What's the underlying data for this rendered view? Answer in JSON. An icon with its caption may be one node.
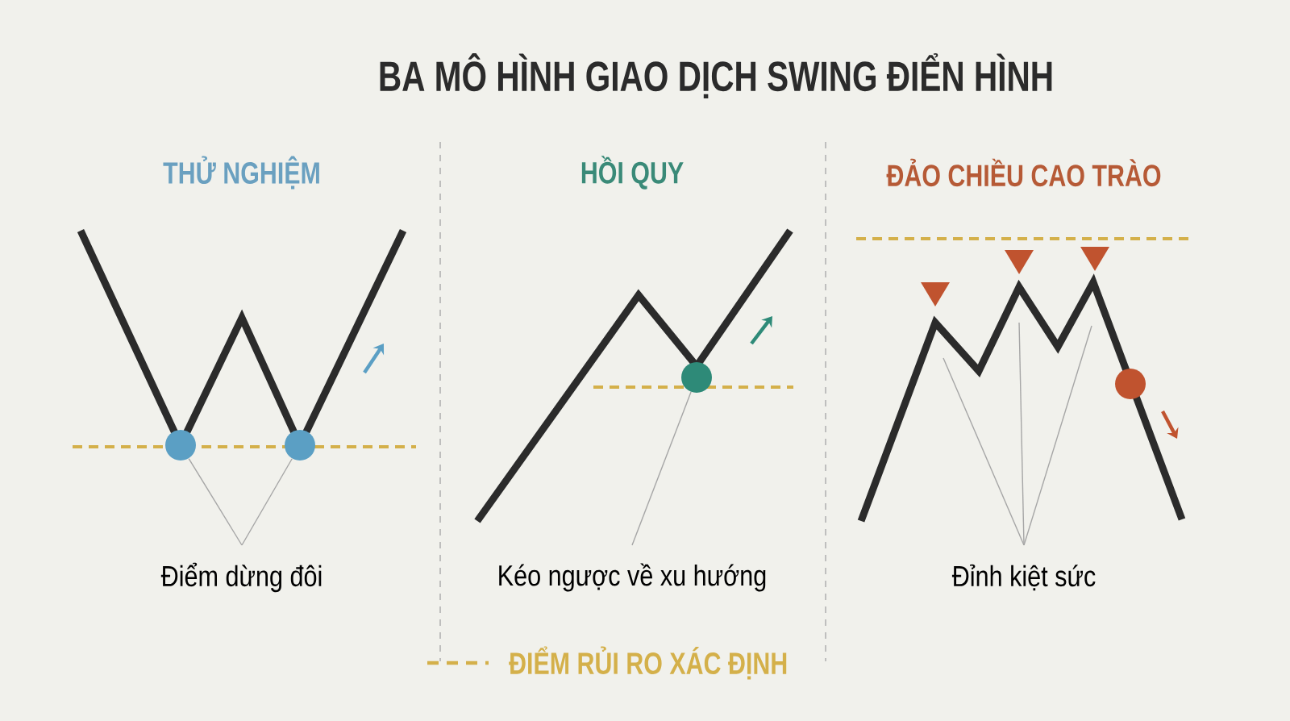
{
  "diagram": {
    "title": "BA MÔ HÌNH GIAO DỊCH SWING ĐIỂN HÌNH",
    "nodes": [
      {
        "text": [
          "Điểm dừng đôi"
        ]
      },
      {
        "text": [],
        "shape": "circle"
      },
      {
        "text": [],
        "shape": "circle"
      },
      {
        "text": [
          "Kéo ngược về xu hướng"
        ]
      },
      {
        "text": [],
        "shape": "circle"
      },
      {
        "text": [
          "Đỉnh kiệt sức"
        ]
      },
      {
        "text": [],
        "shape": "circle"
      }
    ],
    "edges": [
      {
        "from": 0,
        "to": 1,
        "arrow": "none"
      },
      {
        "from": 0,
        "to": 2,
        "arrow": "none"
      },
      {
        "from": 3,
        "to": 4,
        "arrow": "none"
      },
      {
        "from": 5,
        "to": null,
        "arrow": "none"
      },
      {
        "from": 5,
        "to": null,
        "arrow": "none"
      },
      {
        "from": 5,
        "to": null,
        "arrow": "none"
      }
    ],
    "labels": [
      "THỬ NGHIỆM",
      "HỒI QUY",
      "ĐẢO CHIỀU CAO TRÀO"
    ],
    "legend": [
      {
        "text": "ĐIỂM RỦI RO XÁC ĐỊNH"
      }
    ]
  }
}
